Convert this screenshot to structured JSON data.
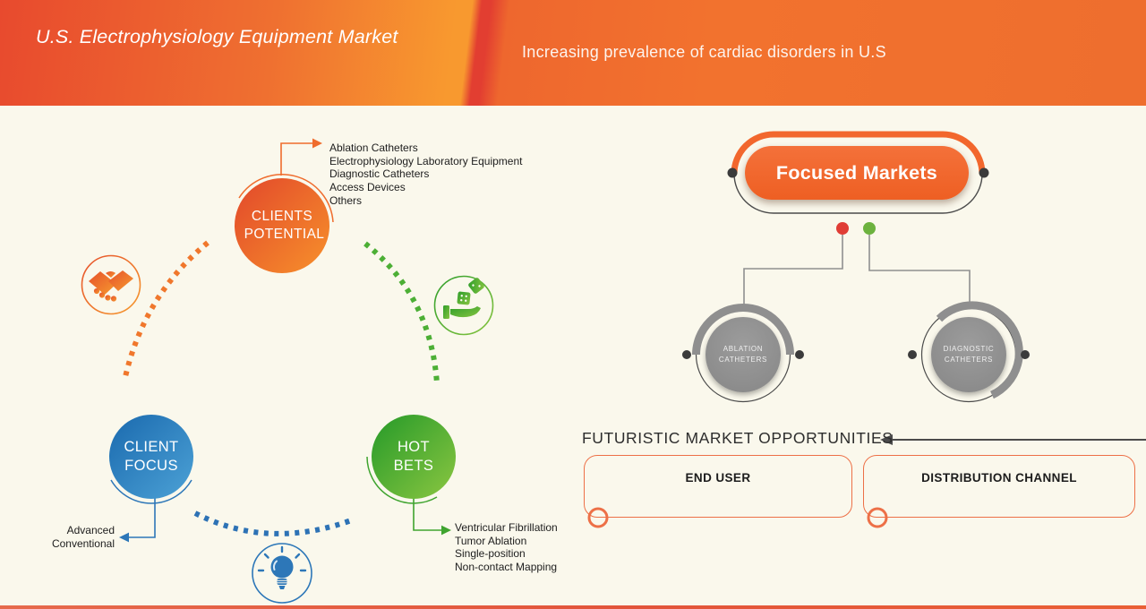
{
  "header": {
    "title": "U.S. Electrophysiology Equipment Market",
    "subtitle": "Increasing prevalence of cardiac disorders in U.S"
  },
  "segments": {
    "clients_potential": {
      "label": "CLIENTS POTENTIAL",
      "items": [
        "Ablation Catheters",
        "Electrophysiology Laboratory Equipment",
        "Diagnostic Catheters",
        "Access Devices",
        "Others"
      ]
    },
    "client_focus": {
      "label": "CLIENT FOCUS",
      "items": [
        "Advanced",
        "Conventional"
      ]
    },
    "hot_bets": {
      "label": "HOT BETS",
      "items": [
        "Ventricular Fibrillation",
        "Tumor Ablation",
        "Single-position",
        "Non-contact Mapping"
      ]
    }
  },
  "focused_markets": {
    "label": "Focused Markets",
    "nodes": [
      "ABLATION CATHETERS",
      "DIAGNOSTIC CATHETERS"
    ]
  },
  "opportunities": {
    "heading": "FUTURISTIC MARKET OPPORTUNITIES",
    "boxes": [
      "END USER",
      "DISTRIBUTION CHANNEL"
    ]
  },
  "icons": {
    "handshake": "handshake-icon",
    "dice_in_hand": "dice-in-hand-icon",
    "lightbulb": "lightbulb-icon"
  },
  "colors": {
    "header_gradient_start": "#e84a2e",
    "header_gradient_end": "#f2722e",
    "background": "#faf8ec",
    "accent_orange": "#f2672d",
    "accent_blue": "#2d77b8",
    "accent_green": "#4caf35",
    "node_gray": "#8f8f8f",
    "red_dot": "#e03d35",
    "green_dot": "#6cb23e"
  }
}
